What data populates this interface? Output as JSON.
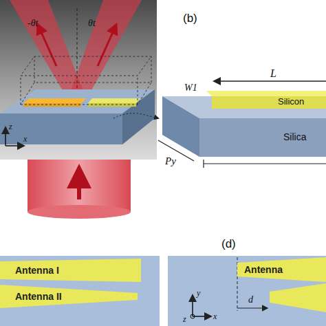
{
  "diagram": {
    "nodes": [
      {
        "text": [
          "Antenna I"
        ]
      },
      {
        "text": [
          "Antenna II"
        ]
      },
      {
        "text": [
          "Antenna"
        ]
      }
    ],
    "labels": [
      "(b)",
      "L",
      "W1",
      "Silicon",
      "Silica",
      "Py",
      "z",
      "x",
      "-θt",
      "θt",
      "(d)",
      "y",
      "z",
      "x",
      "d"
    ]
  }
}
